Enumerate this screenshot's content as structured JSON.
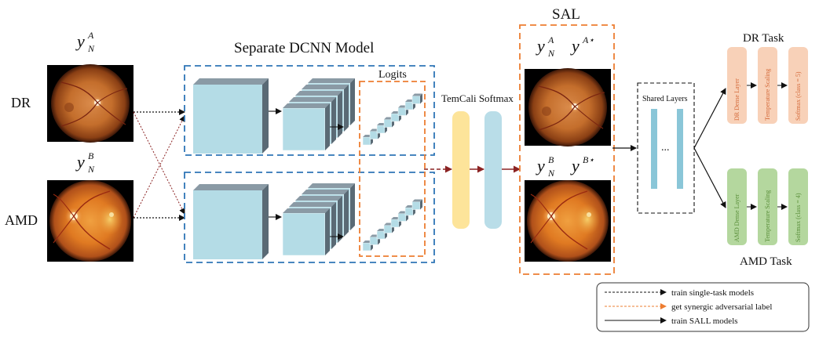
{
  "left_labels": {
    "dr": "DR",
    "amd": "AMD"
  },
  "math": {
    "y": "y",
    "sub_n": "N",
    "sup_a": "A",
    "sup_b": "B",
    "sup_a_star": "A⋆",
    "sup_b_star": "B⋆"
  },
  "dcnn": {
    "title": "Separate DCNN Model",
    "logits_label": "Logits"
  },
  "temcali": {
    "label": "TemCali Softmax"
  },
  "sal": {
    "title": "SAL"
  },
  "shared": {
    "title": "Shared Layers",
    "ellipsis": "..."
  },
  "dr_task": {
    "title": "DR Task",
    "blocks": [
      "DR Dense Layer",
      "Temperature Scaling",
      "Softmax (class = 5)"
    ]
  },
  "amd_task": {
    "title": "AMD Task",
    "blocks": [
      "AMD Dense Layer",
      "Temperature Scaling",
      "Softmax (class = 4)"
    ]
  },
  "legend": {
    "items": [
      "train single-task models",
      "get synergic adversarial label",
      "train SALL models"
    ]
  },
  "colors": {
    "blue_dash": "#2e75b6",
    "orange_dash": "#ed7d31",
    "cube_face": "#b4dce6",
    "cube_side": "#5a6a75",
    "cube_top": "#8a9aa5",
    "yellow_bar": "#fde49a",
    "blue_bar": "#b9dde8",
    "red_arrow": "#8b2323",
    "dr_block": "#f8d1b8",
    "amd_block": "#b4d79e",
    "dr_text": "#d46a3a",
    "amd_text": "#5a8f3a"
  }
}
